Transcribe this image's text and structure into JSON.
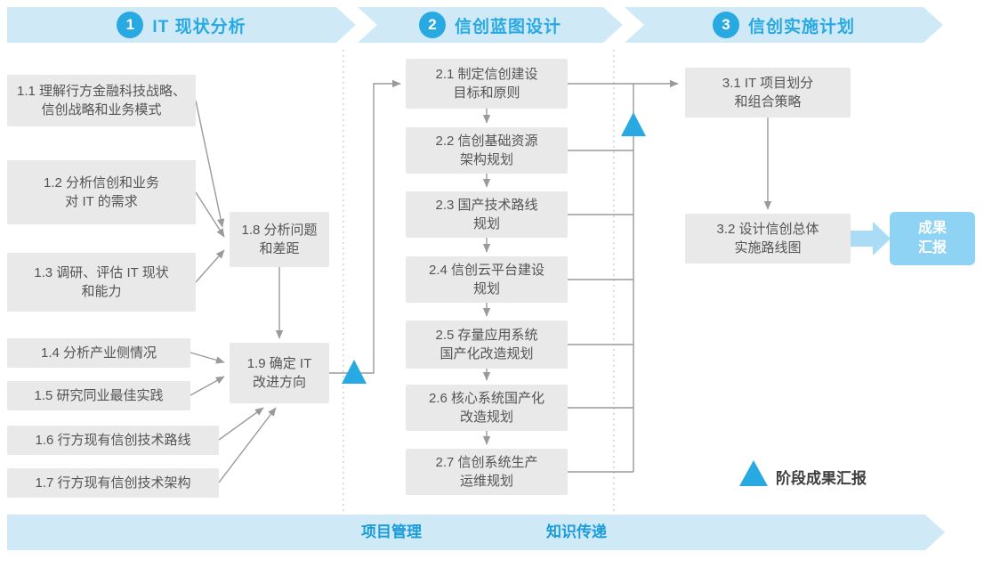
{
  "colors": {
    "accent_blue": "#29a9e2",
    "banner_bg": "#cfe9f7",
    "box_bg": "#e9e9e9",
    "box_text": "#545454",
    "connector_gray": "#9a9a9a",
    "result_bg": "#8fd3f4",
    "footer_text_blue": "#1b9cd8"
  },
  "phases": [
    {
      "number": "1",
      "title": "IT 现状分析"
    },
    {
      "number": "2",
      "title": "信创蓝图设计"
    },
    {
      "number": "3",
      "title": "信创实施计划"
    }
  ],
  "phase1": {
    "b11": {
      "lines": [
        "1.1 理解行方金融科技战略、",
        "信创战略和业务模式"
      ]
    },
    "b12": {
      "lines": [
        "1.2 分析信创和业务",
        "对 IT 的需求"
      ]
    },
    "b13": {
      "lines": [
        "1.3 调研、评估 IT 现状",
        "和能力"
      ]
    },
    "b14": {
      "lines": [
        "1.4 分析产业侧情况"
      ]
    },
    "b15": {
      "lines": [
        "1.5 研究同业最佳实践"
      ]
    },
    "b16": {
      "lines": [
        "1.6 行方现有信创技术路线"
      ]
    },
    "b17": {
      "lines": [
        "1.7 行方现有信创技术架构"
      ]
    },
    "b18": {
      "lines": [
        "1.8 分析问题",
        "和差距"
      ]
    },
    "b19": {
      "lines": [
        "1.9 确定 IT",
        "改进方向"
      ]
    }
  },
  "phase2": {
    "b21": {
      "lines": [
        "2.1 制定信创建设",
        "目标和原则"
      ]
    },
    "b22": {
      "lines": [
        "2.2 信创基础资源",
        "架构规划"
      ]
    },
    "b23": {
      "lines": [
        "2.3 国产技术路线",
        "规划"
      ]
    },
    "b24": {
      "lines": [
        "2.4 信创云平台建设",
        "规划"
      ]
    },
    "b25": {
      "lines": [
        "2.5 存量应用系统",
        "国产化改造规划"
      ]
    },
    "b26": {
      "lines": [
        "2.6 核心系统国产化",
        "改造规划"
      ]
    },
    "b27": {
      "lines": [
        "2.7 信创系统生产",
        "运维规划"
      ]
    }
  },
  "phase3": {
    "b31": {
      "lines": [
        "3.1 IT 项目划分",
        "和组合策略"
      ]
    },
    "b32": {
      "lines": [
        "3.2 设计信创总体",
        "实施路线图"
      ]
    }
  },
  "result": {
    "lines": [
      "成果",
      "汇报"
    ]
  },
  "legend": {
    "label": "阶段成果汇报"
  },
  "footer": {
    "pm": "项目管理",
    "kt": "知识传递"
  }
}
